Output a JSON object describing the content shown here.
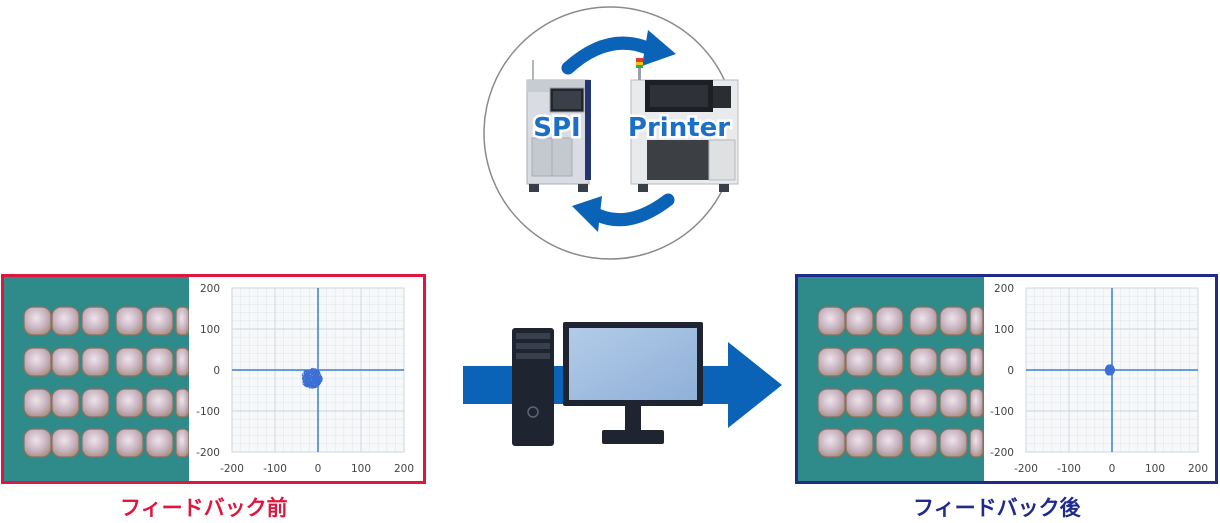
{
  "cycle": {
    "spi_label": "SPI",
    "printer_label": "Printer"
  },
  "panels": [
    {
      "id": "before",
      "caption": "フィードバック前",
      "border_color": "#e0163e",
      "chart_data": {
        "type": "scatter",
        "title": "",
        "xlabel": "",
        "ylabel": "",
        "xlim": [
          -200,
          200
        ],
        "ylim": [
          -200,
          200
        ],
        "x_ticks": [
          "-200",
          "-100",
          "0",
          "100",
          "200"
        ],
        "y_ticks": [
          "200",
          "100",
          "0",
          "-100",
          "-200"
        ],
        "grid": true,
        "cluster": {
          "center_x": -15,
          "center_y": -20,
          "spread_x": 22,
          "spread_y": 22
        }
      }
    },
    {
      "id": "after",
      "caption": "フィードバック後",
      "border_color": "#1e2a8c",
      "chart_data": {
        "type": "scatter",
        "title": "",
        "xlabel": "",
        "ylabel": "",
        "xlim": [
          -200,
          200
        ],
        "ylim": [
          -200,
          200
        ],
        "x_ticks": [
          "-200",
          "-100",
          "0",
          "100",
          "200"
        ],
        "y_ticks": [
          "200",
          "100",
          "0",
          "-100",
          "-200"
        ],
        "grid": true,
        "cluster": {
          "center_x": -5,
          "center_y": 0,
          "spread_x": 8,
          "spread_y": 10
        }
      }
    }
  ],
  "colors": {
    "arrow_blue": "#0b63b8",
    "axis_blue": "#3a7fd0",
    "point_blue": "#3d6fd6",
    "board_teal": "#2f8a8a"
  }
}
